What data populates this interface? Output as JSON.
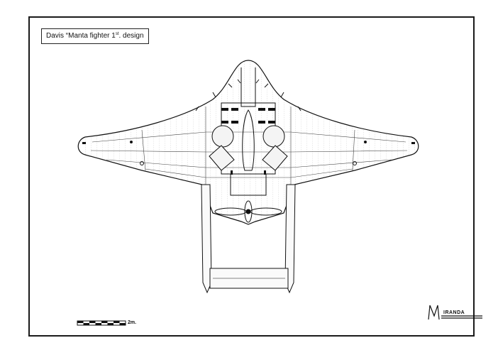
{
  "title": {
    "prefix": "Davis “Manta fighter 1",
    "superscript": "st",
    "suffix": ". design"
  },
  "scale_bar": {
    "label": "2m."
  },
  "logo": {
    "text": "IRANDA"
  }
}
